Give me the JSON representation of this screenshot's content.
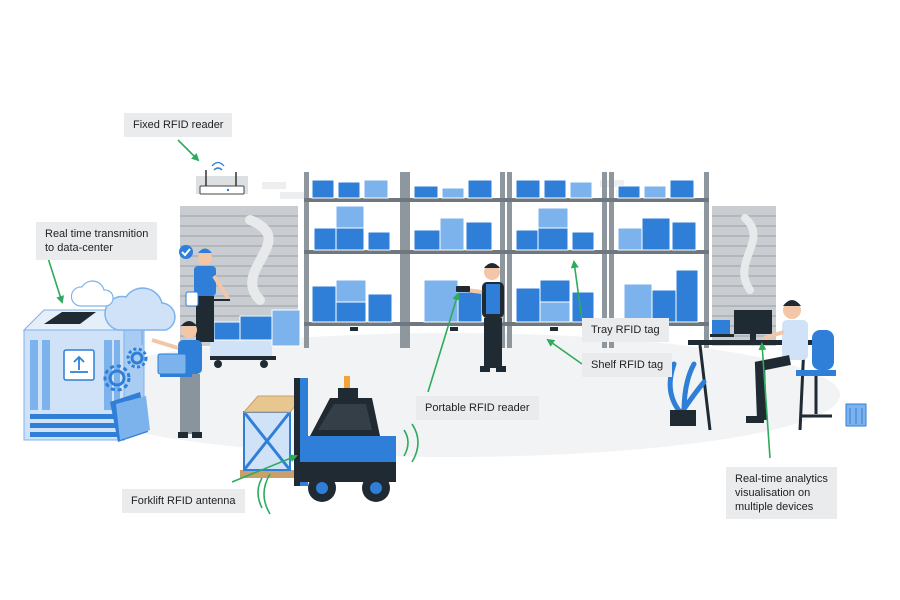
{
  "callouts": {
    "fixed_reader": "Fixed RFID reader",
    "real_time": "Real time transmition\nto data-center",
    "tray_tag": "Tray RFID tag",
    "shelf_tag": "Shelf RFID tag",
    "portable_reader": "Portable RFID reader",
    "forklift_antenna": "Forklift RFID antenna",
    "analytics": "Real-time analytics\nvisualisation on\nmultiple devices"
  },
  "colors": {
    "primary_blue": "#2f7fd9",
    "light_blue": "#7db3ec",
    "pale_blue": "#cfe2f7",
    "dark": "#1f2a33",
    "arrow_green": "#2eab5c",
    "label_bg": "#e9ebed"
  },
  "icons": [
    "wifi-router-icon",
    "cloud-icon",
    "server-rack-icon",
    "gear-icon",
    "folder-icon",
    "checkmark-icon",
    "laptop-icon",
    "monitor-icon",
    "forklift-icon",
    "plant-icon",
    "trash-bin-icon"
  ]
}
